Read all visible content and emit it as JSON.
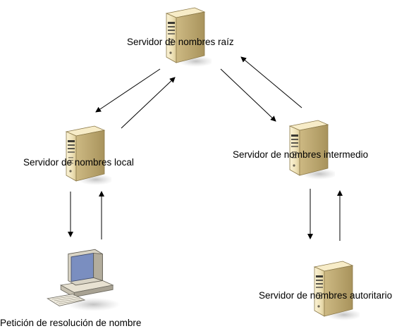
{
  "nodes": {
    "root": {
      "label": "Servidor de nombres raíz",
      "icon": "server-tower-icon"
    },
    "local": {
      "label": "Servidor de nombres local",
      "icon": "server-tower-icon"
    },
    "intermediate": {
      "label": "Servidor de nombres intermedio",
      "icon": "server-tower-icon"
    },
    "authoritative": {
      "label": "Servidor de nombres autoritario",
      "icon": "server-tower-icon"
    },
    "client": {
      "label": "Petición de resolución de nombre",
      "icon": "desktop-computer-icon"
    }
  },
  "edges": [
    {
      "from": "local",
      "to": "root"
    },
    {
      "from": "root",
      "to": "local"
    },
    {
      "from": "root",
      "to": "intermediate"
    },
    {
      "from": "intermediate",
      "to": "root"
    },
    {
      "from": "local",
      "to": "client"
    },
    {
      "from": "client",
      "to": "local"
    },
    {
      "from": "intermediate",
      "to": "authoritative"
    },
    {
      "from": "authoritative",
      "to": "intermediate"
    }
  ],
  "colors": {
    "server_body": "#efe2b8",
    "server_shade": "#c9b47c",
    "arrow": "#000000",
    "monitor_screen": "#7a8ec0"
  }
}
